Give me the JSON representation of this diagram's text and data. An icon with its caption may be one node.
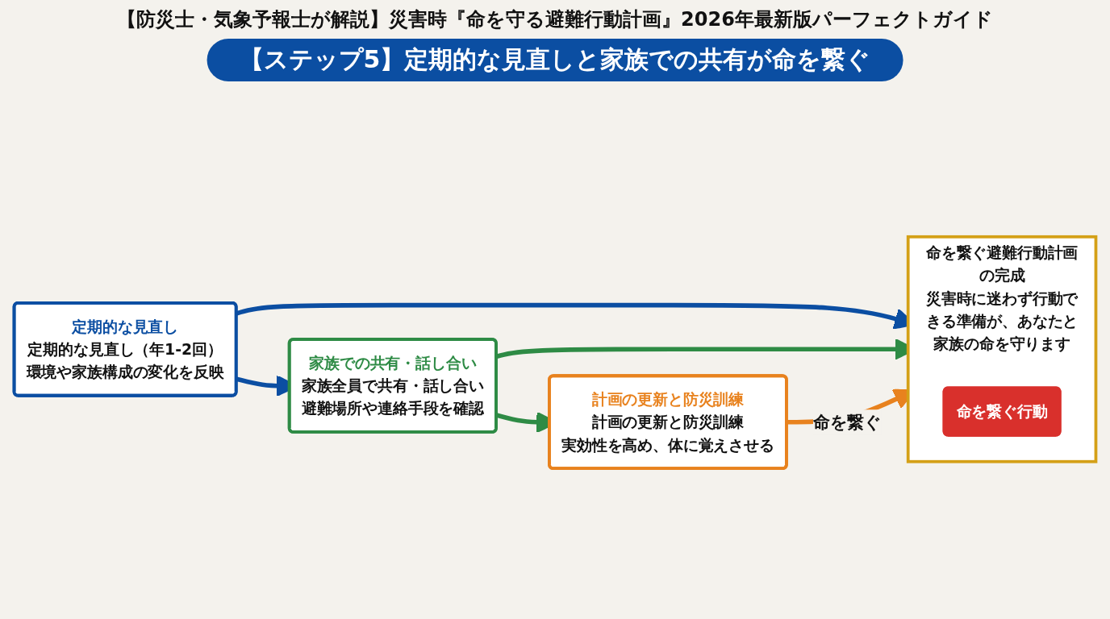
{
  "diagram": {
    "title": "【防災士・気象予報士が解説】災害時『命を守る避難行動計画』2026年最新版パーフェクトガイド",
    "nodes": [
      {
        "text": [
          "定期的な見直し",
          "定期的な見直し（年1-2回）",
          "環境や家族構成の変化を反映"
        ]
      },
      {
        "text": [
          "家族での共有・話し合い",
          "家族全員で共有・話し合い",
          "避難場所や連絡手段を確認"
        ]
      },
      {
        "text": [
          "計画の更新と防災訓練",
          "計画の更新と防災訓練",
          "実効性を高め、体に覚えさせる"
        ]
      },
      {
        "text": [
          "命を繋ぐ避難行動計画の完成",
          "災害時に迷わず行動できる準備が、あなたと家族の命を守ります"
        ]
      },
      {
        "text": [
          "命を繋ぐ行動"
        ],
        "in": 3
      }
    ],
    "edges": [
      {
        "from": 0,
        "to": 1,
        "arrow": "to",
        "color": "#0b4ea2"
      },
      {
        "from": 1,
        "to": 2,
        "arrow": "to",
        "color": "#2e8b45"
      },
      {
        "from": 0,
        "to": 3,
        "arrow": "to",
        "color": "#0b4ea2"
      },
      {
        "from": 1,
        "to": 3,
        "arrow": "to",
        "color": "#2e8b45"
      },
      {
        "from": 2,
        "to": 3,
        "arrow": "to",
        "color": "#e8821e",
        "label": "命を繋ぐ"
      }
    ],
    "labels": [
      "【ステップ5】定期的な見直しと家族での共有が命を繋ぐ"
    ]
  }
}
